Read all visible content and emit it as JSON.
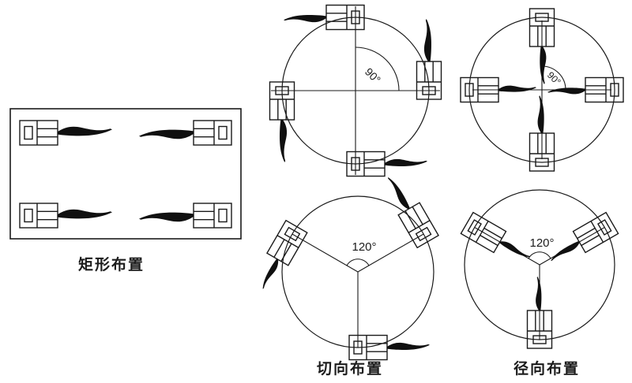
{
  "diagram": {
    "background_color": "#ffffff",
    "line_color": "#1a1a1a",
    "hose_color": "#101010",
    "text_color": "#1c1c1c",
    "rect_arrangement": {
      "label": "矩形布置",
      "unit_count": 4
    },
    "tangential_arrangement": {
      "label": "切向布置",
      "four_unit_angle": "90°",
      "four_unit_count": 4,
      "three_unit_angle": "120°",
      "three_unit_count": 3
    },
    "radial_arrangement": {
      "label": "径向布置",
      "four_unit_angle": "90°",
      "four_unit_count": 4,
      "three_unit_angle": "120°",
      "three_unit_count": 3
    }
  }
}
